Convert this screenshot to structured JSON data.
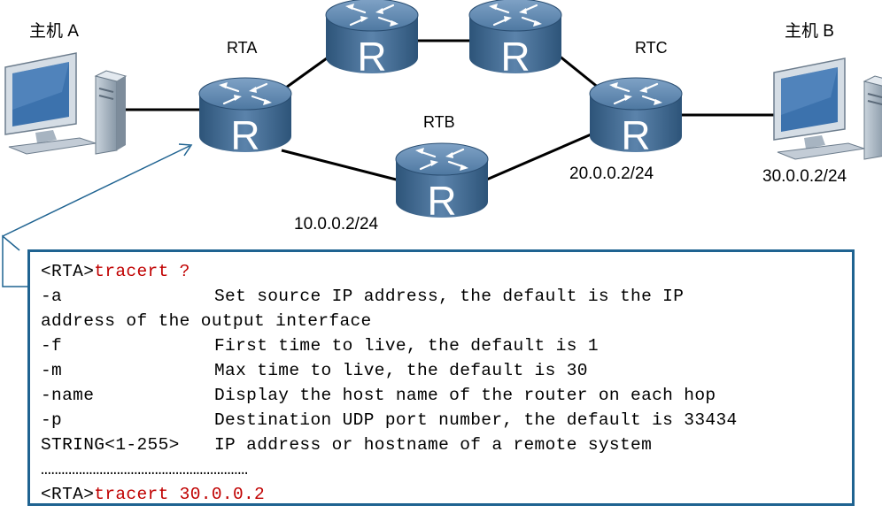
{
  "nodes": {
    "host_a": {
      "label": "主机 A"
    },
    "host_b": {
      "label": "主机 B",
      "ip": "30.0.0.2/24"
    },
    "rta": {
      "label": "RTA"
    },
    "rtb": {
      "label": "RTB",
      "ip": "10.0.0.2/24"
    },
    "rtc": {
      "label": "RTC",
      "ip": "20.0.0.2/24"
    },
    "router_glyph": "R"
  },
  "console": {
    "lines": [
      {
        "prompt": "<RTA>",
        "cmd": "tracert ?"
      },
      {
        "key": "-a",
        "desc": "Set source IP address, the default is the IP"
      },
      {
        "text": "address of the output interface"
      },
      {
        "key": "-f",
        "desc": "First time to live, the default is 1"
      },
      {
        "key": "-m",
        "desc": "Max time to live, the default is 30"
      },
      {
        "key": "-name",
        "desc": "Display the host name of the router on each hop"
      },
      {
        "key": "-p",
        "desc": "Destination UDP port number, the default is 33434"
      },
      {
        "key": "STRING<1-255>",
        "desc": "IP address or hostname of a remote system"
      },
      {
        "dots": "……………………………………………………"
      },
      {
        "prompt": "<RTA>",
        "cmd": "tracert 30.0.0.2"
      }
    ]
  },
  "colors": {
    "router": "#3d6690",
    "border": "#1f6391",
    "command": "#c00000"
  }
}
